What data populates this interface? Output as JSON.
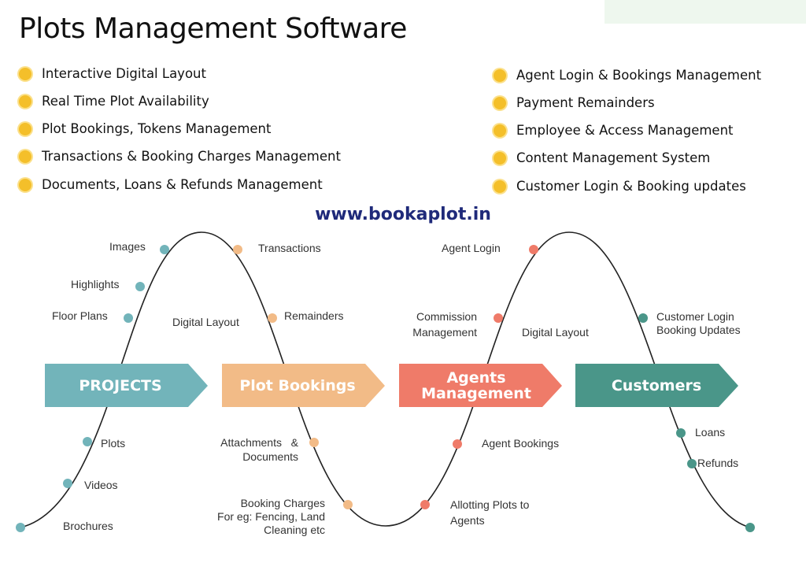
{
  "title": "Plots Management Software",
  "website": "www.bookaplot.in",
  "features_left": [
    "Interactive Digital Layout",
    "Real Time Plot Availability",
    "Plot Bookings, Tokens Management",
    "Transactions & Booking Charges Management",
    "Documents, Loans & Refunds Management"
  ],
  "features_right": [
    "Agent Login & Bookings Management",
    "Payment Remainders",
    "Employee & Access Management",
    "Content Management System",
    "Customer Login & Booking updates"
  ],
  "bullet_icon": "sun-icon",
  "colors": {
    "projects": "#72b4ba",
    "bookings": "#f2bb87",
    "agents": "#ef7b69",
    "customers": "#4a9689",
    "bullet": "#f4bf2a",
    "website": "#1f2a7a"
  },
  "stages": [
    {
      "name": "PROJECTS",
      "above": [
        "Images",
        "Highlights",
        "Floor Plans"
      ],
      "below": [
        "Plots",
        "Videos",
        "Brochures"
      ]
    },
    {
      "name": "Plot Bookings",
      "above": [
        "Transactions",
        "Remainders"
      ],
      "below": [
        "Attachments   &",
        "Documents",
        "Booking Charges",
        "For eg: Fencing, Land",
        "Cleaning etc"
      ]
    },
    {
      "name_line1": "Agents",
      "name_line2": "Management",
      "above": [
        "Agent Login",
        "Commission",
        "Management"
      ],
      "below": [
        "Agent Bookings",
        "Allotting Plots to",
        "Agents"
      ]
    },
    {
      "name": "Customers",
      "above": [
        "Customer Login",
        "Booking Updates"
      ],
      "below": [
        "Loans",
        "Refunds"
      ]
    }
  ],
  "center_labels": [
    "Digital Layout",
    "Digital Layout"
  ]
}
